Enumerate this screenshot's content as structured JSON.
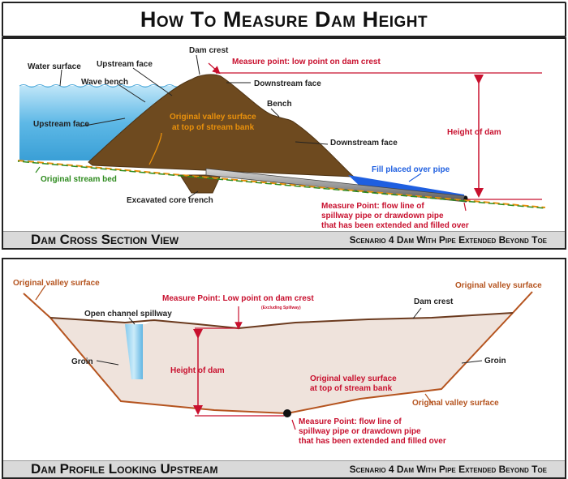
{
  "title": "How To Measure Dam Height",
  "top_panel": {
    "footer_left": "Dam Cross Section View",
    "footer_right": "Scenario 4 Dam With Pipe Extended Beyond Toe",
    "labels": {
      "water_surface": "Water surface",
      "upstream_face_top": "Upstream face",
      "dam_crest": "Dam crest",
      "measure_low_point": "Measure point: low point on dam crest",
      "wave_bench": "Wave bench",
      "downstream_face_top": "Downstream face",
      "bench": "Bench",
      "upstream_face_left": "Upstream face",
      "valley_surface_1": "Original valley surface",
      "valley_surface_2": "at top of stream bank",
      "height_of_dam": "Height of dam",
      "downstream_face_right": "Downstream face",
      "fill_over_pipe": "Fill placed over pipe",
      "stream_bed": "Original stream bed",
      "core_trench": "Excavated core trench",
      "measure_flow_1": "Measure Point: flow line of",
      "measure_flow_2": "spillway pipe or drawdown pipe",
      "measure_flow_3": "that has been extended and filled over"
    }
  },
  "bottom_panel": {
    "footer_left": "Dam Profile Looking Upstream",
    "footer_right": "Scenario 4 Dam With Pipe Extended Beyond Toe",
    "labels": {
      "valley_surface_left": "Original valley surface",
      "valley_surface_right": "Original valley surface",
      "measure_low_point": "Measure Point: Low point on dam crest",
      "excluding_spillway": "(Excluding Spillway)",
      "open_channel_spillway": "Open channel spillway",
      "dam_crest": "Dam crest",
      "groin_left": "Groin",
      "groin_right": "Groin",
      "height_of_dam": "Height of dam",
      "valley_top_bank_1": "Original valley surface",
      "valley_top_bank_2": "at top of stream bank",
      "valley_surface_low": "Original valley surface",
      "measure_flow_1": "Measure Point: flow line of",
      "measure_flow_2": "spillway pipe or drawdown pipe",
      "measure_flow_3": "that has been extended and filled over"
    }
  },
  "colors": {
    "red": "#c8102e",
    "orange": "#e8900c",
    "green": "#2e8b1e",
    "earth": "#6e4a1f",
    "water": "#5bb8e8",
    "fill_blue": "#1f5fe0",
    "profile_fill": "#efe3dc",
    "profile_edge": "#6b3a1e"
  }
}
